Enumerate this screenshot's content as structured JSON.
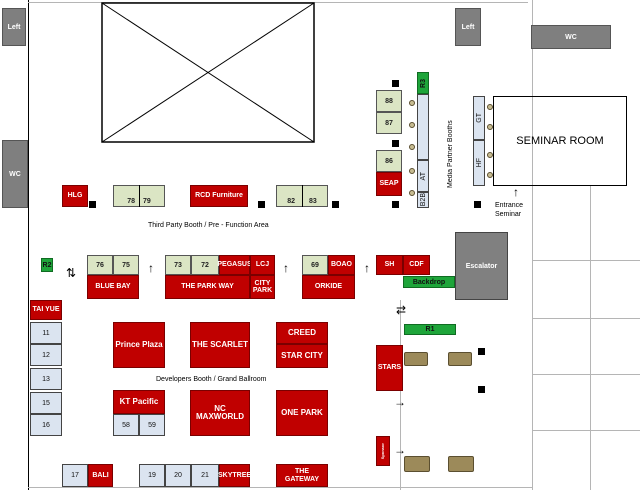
{
  "labels": {
    "left_top": "Left",
    "left_right": "Left",
    "wc_left": "WC",
    "wc_right": "WC",
    "seminar_room": "SEMINAR ROOM",
    "media_partner": "Media Partner Booths",
    "entrance": "Entrance",
    "seminar": "Seminar",
    "third_party": "Third Party Booth / Pre - Function Area",
    "developers": "Developers Booth / Grand Ballroom",
    "escalator": "Escalator",
    "backdrop": "Backdrop",
    "r1": "R1",
    "r2": "R2",
    "r3": "R3"
  },
  "booths": {
    "hlg": "HLG",
    "rcd": "RCD Furniture",
    "seap": "SEAP",
    "at": "AT",
    "b2b": "B2B",
    "hf": "HF",
    "gt": "GT",
    "blue_bay": "BLUE BAY",
    "pegasus": "PEGASUS",
    "lcj": "LCJ",
    "park_way": "THE PARK WAY",
    "city_park": "CITY PARK",
    "boao": "BOAO",
    "orkide": "ORKIDE",
    "sh": "SH",
    "cdf": "CDF",
    "tai_yue": "TAI YUE",
    "prince_plaza": "Prince Plaza",
    "scarlet": "THE SCARLET",
    "creed": "CREED",
    "star_city": "STAR CITY",
    "stars": "STARS",
    "kt_pacific": "KT Pacific",
    "nc_maxworld": "NC MAXWORLD",
    "one_park": "ONE PARK",
    "bali": "BALI",
    "skytree": "SKYTREE",
    "gateway": "THE GATEWAY",
    "small_red": "Sponsor"
  },
  "numbers": {
    "n78": "78",
    "n79": "79",
    "n82": "82",
    "n83": "83",
    "n88": "88",
    "n87": "87",
    "n86": "86",
    "n76": "76",
    "n75": "75",
    "n73": "73",
    "n72": "72",
    "n69": "69",
    "n11": "11",
    "n12": "12",
    "n13": "13",
    "n15": "15",
    "n16": "16",
    "n58": "58",
    "n59": "59",
    "n17": "17",
    "n19": "19",
    "n20": "20",
    "n21": "21"
  }
}
